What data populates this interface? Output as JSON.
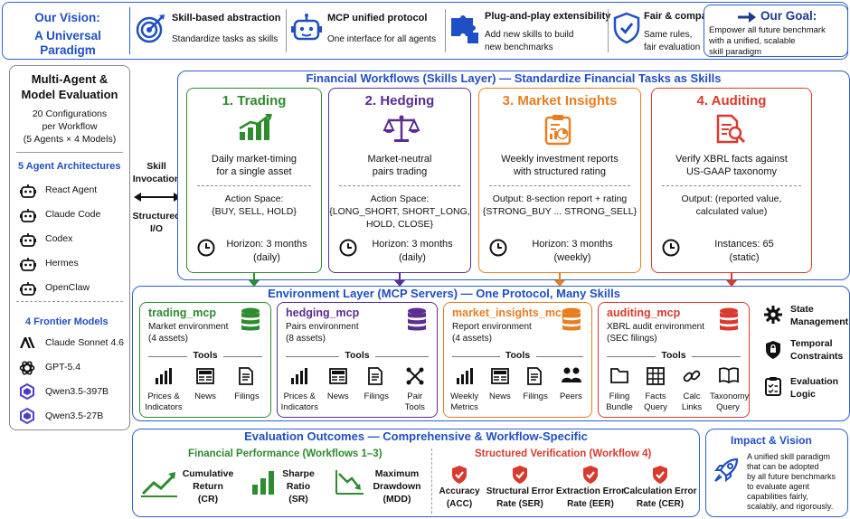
{
  "top": {
    "vision_title": "Our Vision:",
    "vision_sub": "A Universal Paradigm",
    "features": [
      {
        "title": "Skill-based abstraction",
        "desc": "Standardize tasks as skills"
      },
      {
        "title": "MCP unified protocol",
        "desc": "One interface for all agents"
      },
      {
        "title": "Plug-and-play extensibility",
        "desc": "Add new skills to build",
        "desc2": "new benchmarks"
      },
      {
        "title": "Fair & comparable",
        "desc": "Same rules,",
        "desc2": "fair evaluation"
      }
    ],
    "goal_title": "Our Goal:",
    "goal_l1": "Empower all future benchmark",
    "goal_l2": "with a unified, scalable",
    "goal_l3": "skill paradigm"
  },
  "left": {
    "title_l1": "Multi-Agent &",
    "title_l2": "Model Evaluation",
    "config_l1": "20 Configurations",
    "config_l2": "per Workflow",
    "config_l3": "(5 Agents × 4 Models)",
    "agents_title": "5 Agent Architectures",
    "agents": [
      "React Agent",
      "Claude Code",
      "Codex",
      "Hermes",
      "OpenClaw"
    ],
    "models_title": "4 Frontier Models",
    "models": [
      "Claude Sonnet 4.6",
      "GPT-5.4",
      "Qwen3.5-397B",
      "Qwen3.5-27B"
    ]
  },
  "connector": {
    "skill_l1": "Skill",
    "skill_l2": "Invocation",
    "io_l1": "Structured",
    "io_l2": "I/O"
  },
  "skills_header": "Financial Workflows (Skills Layer) — Standardize Financial Tasks as Skills",
  "skills": [
    {
      "title": "1. Trading",
      "d1": "Daily market-timing",
      "d2": "for a single asset",
      "a1": "Action Space:",
      "a2": "{BUY, SELL, HOLD}",
      "a3": "",
      "h1": "Horizon: 3 months",
      "h2": "(daily)",
      "color": "#2e8b2e"
    },
    {
      "title": "2. Hedging",
      "d1": "Market-neutral",
      "d2": "pairs trading",
      "a1": "Action Space:",
      "a2": "{LONG_SHORT, SHORT_LONG,",
      "a3": "HOLD, CLOSE}",
      "h1": "Horizon: 3 months",
      "h2": "(daily)",
      "color": "#5a2d91"
    },
    {
      "title": "3. Market Insights",
      "d1": "Weekly investment reports",
      "d2": "with structured rating",
      "a1": "Output: 8-section report + rating",
      "a2": "{STRONG_BUY ... STRONG_SELL}",
      "a3": "",
      "h1": "Horizon: 3 months",
      "h2": "(weekly)",
      "color": "#e87e1f"
    },
    {
      "title": "4. Auditing",
      "d1": "Verify XBRL facts against",
      "d2": "US-GAAP taxonomy",
      "a1": "Output: (reported value,",
      "a2": "calculated value)",
      "a3": "",
      "h1": "Instances: 65",
      "h2": "(static)",
      "color": "#d93a2e"
    }
  ],
  "env_header": "Environment Layer (MCP Servers) — One Protocol, Many Skills",
  "envs": [
    {
      "name": "trading_mcp",
      "d1": "Market environment",
      "d2": "(4 assets)",
      "tools_label": "Tools",
      "tools": [
        {
          "l1": "Prices &",
          "l2": "Indicators"
        },
        {
          "l1": "News",
          "l2": ""
        },
        {
          "l1": "Filings",
          "l2": ""
        }
      ],
      "color": "#2e8b2e"
    },
    {
      "name": "hedging_mcp",
      "d1": "Pairs environment",
      "d2": "(8 assets)",
      "tools_label": "Tools",
      "tools": [
        {
          "l1": "Prices &",
          "l2": "Indicators"
        },
        {
          "l1": "News",
          "l2": ""
        },
        {
          "l1": "Filings",
          "l2": ""
        },
        {
          "l1": "Pair",
          "l2": "Tools"
        }
      ],
      "color": "#5a2d91"
    },
    {
      "name": "market_insights_mcp",
      "d1": "Report environment",
      "d2": "(4 assets)",
      "tools_label": "Tools",
      "tools": [
        {
          "l1": "Weekly",
          "l2": "Metrics"
        },
        {
          "l1": "News",
          "l2": ""
        },
        {
          "l1": "Filings",
          "l2": ""
        },
        {
          "l1": "Peers",
          "l2": ""
        }
      ],
      "color": "#e87e1f"
    },
    {
      "name": "auditing_mcp",
      "d1": "XBRL audit environment",
      "d2": "(SEC filings)",
      "tools_label": "Tools",
      "tools": [
        {
          "l1": "Filing",
          "l2": "Bundle"
        },
        {
          "l1": "Facts",
          "l2": "Query"
        },
        {
          "l1": "Calc",
          "l2": "Links"
        },
        {
          "l1": "Taxonomy",
          "l2": "Query"
        }
      ],
      "color": "#d93a2e"
    }
  ],
  "env_side": [
    {
      "l1": "State",
      "l2": "Management"
    },
    {
      "l1": "Temporal",
      "l2": "Constraints"
    },
    {
      "l1": "Evaluation",
      "l2": "Logic"
    }
  ],
  "eval": {
    "header": "Evaluation Outcomes — Comprehensive & Workflow-Specific",
    "fin_title": "Financial Performance (Workflows 1–3)",
    "fin_metrics": [
      {
        "l1": "Cumulative",
        "l2": "Return",
        "l3": "(CR)"
      },
      {
        "l1": "Sharpe",
        "l2": "Ratio",
        "l3": "(SR)"
      },
      {
        "l1": "Maximum",
        "l2": "Drawdown",
        "l3": "(MDD)"
      }
    ],
    "ver_title": "Structured Verification (Workflow 4)",
    "ver_metrics": [
      {
        "l1": "Accuracy",
        "l2": "(ACC)"
      },
      {
        "l1": "Structural Error",
        "l2": "Rate (SER)"
      },
      {
        "l1": "Extraction Error",
        "l2": "Rate (EER)"
      },
      {
        "l1": "Calculation Error",
        "l2": "Rate (CER)"
      }
    ]
  },
  "impact": {
    "title": "Impact & Vision",
    "l1": "A unified skill paradigm",
    "l2": "that can be adopted",
    "l3": "by all future benchmarks",
    "l4": "to evaluate agent",
    "l5": "capabilities fairly,",
    "l6": "scalably, and rigorously."
  },
  "icons": {
    "tool_icons": [
      "bar-chart-icon",
      "newspaper-icon",
      "document-icon",
      "pair-nodes-icon",
      "people-icon",
      "folder-icon",
      "grid-table-icon",
      "link-icon",
      "book-icon"
    ],
    "feature_icons": [
      "target-icon",
      "robot-icon",
      "puzzle-icon",
      "shield-check-icon"
    ]
  }
}
